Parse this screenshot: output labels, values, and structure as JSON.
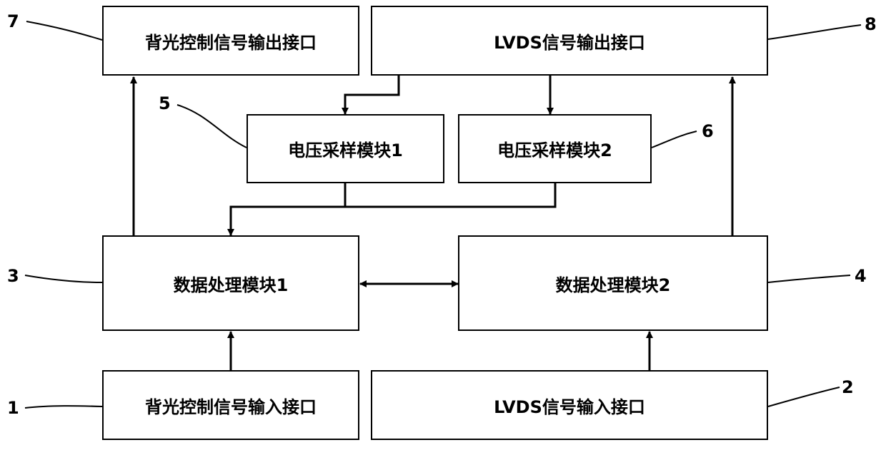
{
  "blocks": {
    "backlight_out": "背光控制信号输出接口",
    "lvds_out": "LVDS信号输出接口",
    "voltage1": "电压采样模块1",
    "voltage2": "电压采样模块2",
    "dp1": "数据处理模块1",
    "dp2": "数据处理模块2",
    "backlight_in": "背光控制信号输入接口",
    "lvds_in": "LVDS信号输入接口"
  },
  "refs": {
    "backlight_in": "1",
    "lvds_in": "2",
    "dp1": "3",
    "dp2": "4",
    "voltage1": "5",
    "voltage2": "6",
    "backlight_out": "7",
    "lvds_out": "8"
  },
  "colors": {
    "line": "#000000",
    "background": "#ffffff"
  }
}
